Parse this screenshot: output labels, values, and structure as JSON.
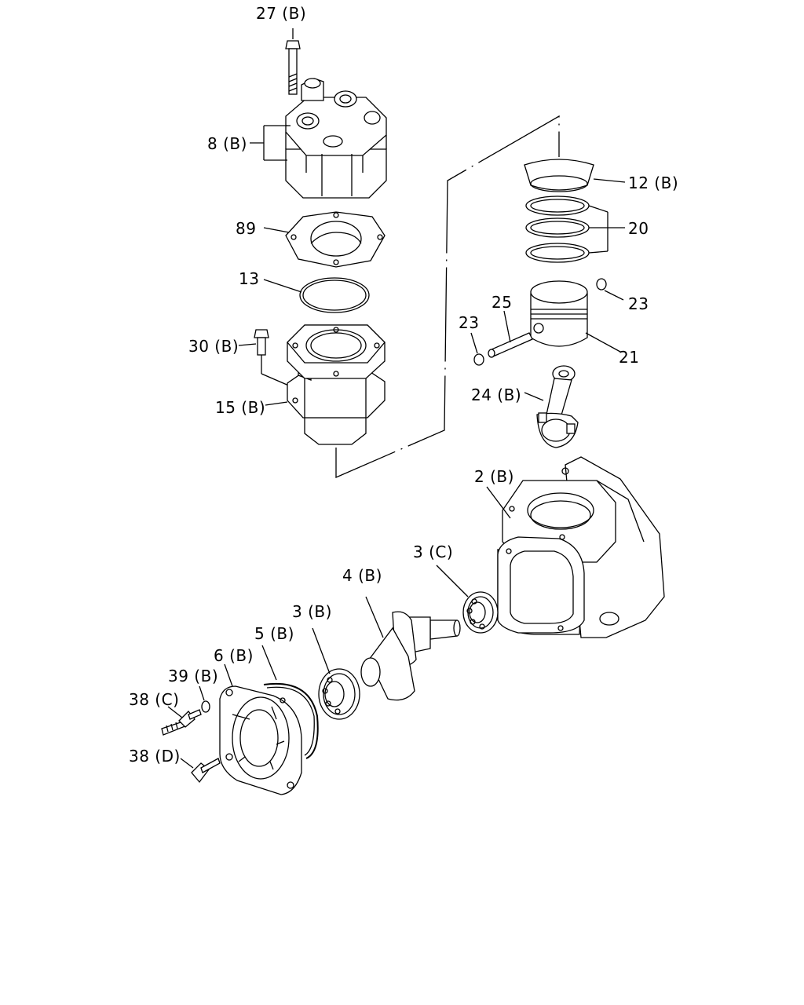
{
  "labels": {
    "p27b": "27 (B)",
    "p8b": "8 (B)",
    "p12b": "12 (B)",
    "p20": "20",
    "p89": "89",
    "p13": "13",
    "p23r": "23",
    "p25": "25",
    "p23l": "23",
    "p21": "21",
    "p30b": "30 (B)",
    "p24b": "24 (B)",
    "p15b": "15 (B)",
    "p2b": "2 (B)",
    "p3c": "3 (C)",
    "p4b": "4 (B)",
    "p3b": "3 (B)",
    "p5b": "5 (B)",
    "p6b": "6 (B)",
    "p39b": "39 (B)",
    "p38c": "38 (C)",
    "p38d": "38 (D)"
  }
}
